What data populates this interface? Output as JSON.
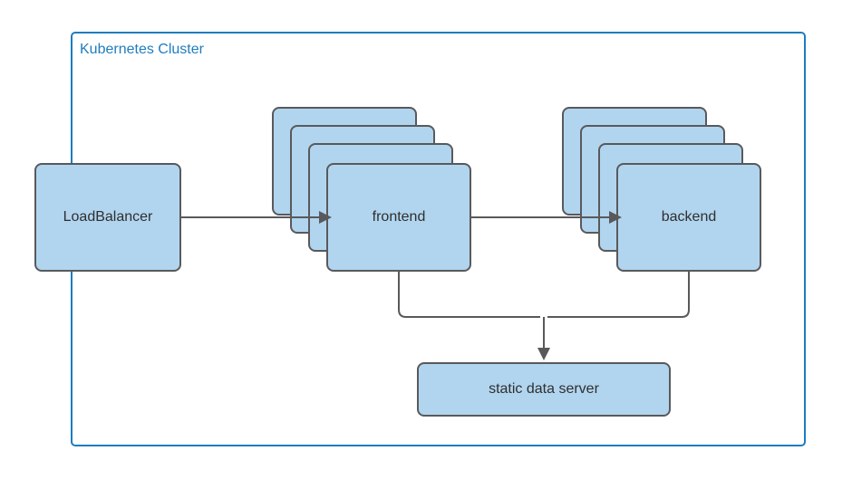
{
  "diagram": {
    "title": "Kubernetes Cluster",
    "cluster": {
      "label": "Kubernetes Cluster",
      "border_color": "#1f7cbf",
      "label_color": "#1f7cbf"
    },
    "style": {
      "node_fill": "#b1d5ef",
      "node_border": "#59595c",
      "node_text": "#2f2f2f",
      "connector_color": "#59595c",
      "background": "#ffffff"
    },
    "nodes": [
      {
        "id": "loadbalancer",
        "label": "LoadBalancer",
        "shape": "rounded-rect",
        "replicas": 1,
        "inside_cluster": false
      },
      {
        "id": "frontend",
        "label": "frontend",
        "shape": "stacked-rounded-rect",
        "replicas": 4,
        "inside_cluster": true
      },
      {
        "id": "backend",
        "label": "backend",
        "shape": "stacked-rounded-rect",
        "replicas": 4,
        "inside_cluster": true
      },
      {
        "id": "static-data-server",
        "label": "static data server",
        "shape": "rounded-rect",
        "replicas": 1,
        "inside_cluster": true
      }
    ],
    "edges": [
      {
        "id": "lb-to-frontend",
        "from": "loadbalancer",
        "to": "frontend",
        "arrow": true,
        "style": "straight"
      },
      {
        "id": "frontend-to-backend",
        "from": "frontend",
        "to": "backend",
        "arrow": true,
        "style": "straight"
      },
      {
        "id": "frontend-to-static",
        "from": "frontend",
        "to": "static-data-server",
        "arrow": true,
        "style": "orthogonal"
      },
      {
        "id": "backend-to-static",
        "from": "backend",
        "to": "static-data-server",
        "arrow": true,
        "style": "orthogonal"
      }
    ]
  }
}
